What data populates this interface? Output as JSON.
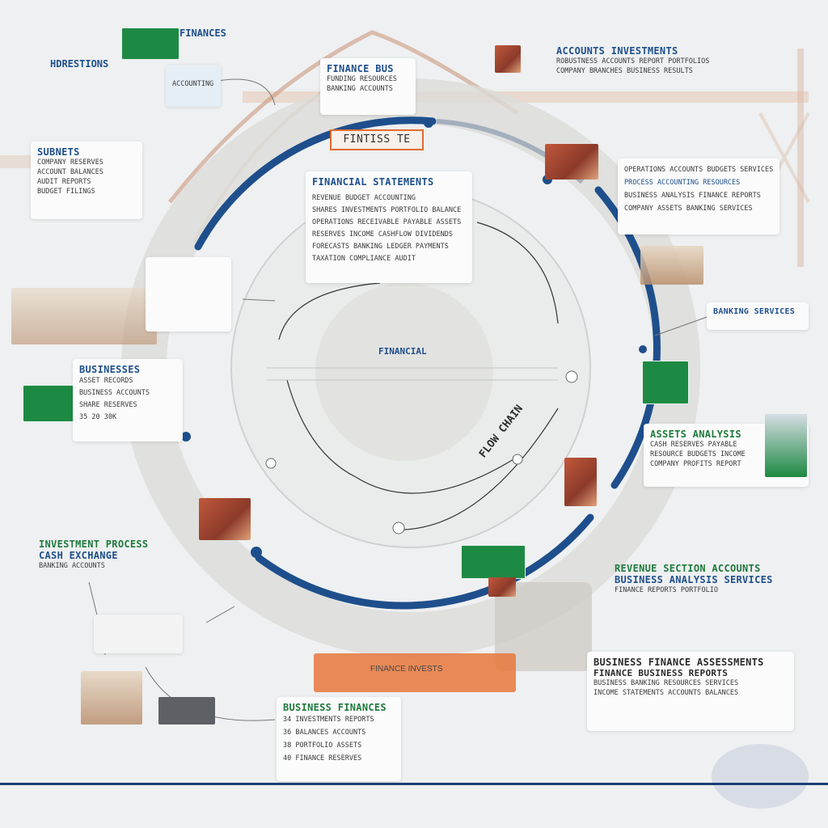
{
  "title_tag": "FINTISS TE",
  "center_label": "FINANCIAL",
  "arc_label": "FLOW CHAIN",
  "cards": {
    "top_left_label": "HDRESTIONS",
    "top_left_label_b": "FINANCES",
    "top_left_small": "ACCOUNTING",
    "top_center_title": "FINANCE BUS",
    "top_center_lines": [
      "FUNDING RESOURCES",
      "BANKING ACCOUNTS"
    ],
    "top_right_title": "ACCOUNTS INVESTMENTS",
    "top_right_lines": [
      "ROBUSTNESS ACCOUNTS REPORT PORTFOLIOS",
      "COMPANY BRANCHES BUSINESS RESULTS"
    ],
    "left_upper_title": "SUBNETS",
    "left_upper_lines": [
      "COMPANY RESERVES",
      "ACCOUNT BALANCES",
      "AUDIT REPORTS",
      "BUDGET FILINGS"
    ],
    "center_box_title": "FINANCIAL STATEMENTS",
    "center_box_lines": [
      "REVENUE BUDGET ACCOUNTING",
      "SHARES INVESTMENTS PORTFOLIO BALANCE",
      "OPERATIONS RECEIVABLE PAYABLE ASSETS",
      "RESERVES INCOME CASHFLOW DIVIDENDS",
      "FORECASTS BANKING LEDGER PAYMENTS",
      "TAXATION COMPLIANCE AUDIT"
    ],
    "right_upper_lines": [
      "OPERATIONS ACCOUNTS BUDGETS SERVICES",
      "PROCESS ACCOUNTING RESOURCES",
      "BUSINESS ANALYSIS FINANCE REPORTS",
      "COMPANY ASSETS BANKING SERVICES"
    ],
    "right_mid_label": "BANKING SERVICES",
    "left_mid_title": "BUSINESSES",
    "left_mid_lines": [
      "ASSET RECORDS",
      "BUSINESS ACCOUNTS",
      "SHARE RESERVES",
      "35 20 30K"
    ],
    "right_lower_title": "ASSETS ANALYSIS",
    "right_lower_lines": [
      "CASH RESERVES PAYABLE",
      "RESOURCE BUDGETS INCOME",
      "COMPANY PROFITS REPORT"
    ],
    "bottom_left_title": "INVESTMENT PROCESS",
    "bottom_left_sub": "CASH EXCHANGE",
    "bottom_left_small": "BANKING ACCOUNTS",
    "bottom_right_title": "REVENUE SECTION ACCOUNTS",
    "bottom_right_sub": "BUSINESS ANALYSIS SERVICES",
    "bottom_right_line": "FINANCE REPORTS PORTFOLIO",
    "far_bottom_right_title": "BUSINESS FINANCE ASSESSMENTS",
    "far_bottom_right_sub": "FINANCE BUSINESS REPORTS",
    "far_bottom_right_lines": [
      "BUSINESS BANKING RESOURCES SERVICES",
      "INCOME STATEMENTS ACCOUNTS BALANCES"
    ],
    "bottom_center_banner": "FINANCE INVESTS",
    "bottom_center_title": "BUSINESS FINANCES",
    "bottom_center_lines": [
      "34 INVESTMENTS REPORTS",
      "36 BALANCES ACCOUNTS",
      "38 PORTFOLIO ASSETS",
      "40 FINANCE RESERVES"
    ]
  },
  "colors": {
    "ring_blue": "#1e4f8c",
    "accent_orange": "#e46a2e",
    "accent_green": "#1d8a43",
    "ring_grey": "#dcdcd9"
  }
}
